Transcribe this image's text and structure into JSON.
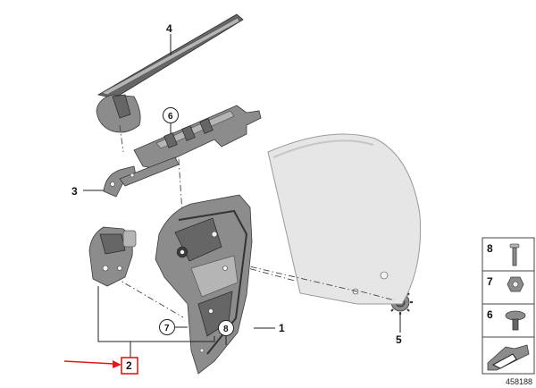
{
  "callouts": {
    "c1": "1",
    "c2": "2",
    "c3": "3",
    "c4": "4",
    "c5": "5",
    "c6": "6",
    "c7": "7",
    "c8": "8"
  },
  "side_panel": {
    "row8": "8",
    "row7": "7",
    "row6": "6"
  },
  "catalog_number": "458188",
  "colors": {
    "highlight": "#e0191e",
    "part_metal": "#8c8c8c",
    "glass": "#e6e6e6"
  }
}
